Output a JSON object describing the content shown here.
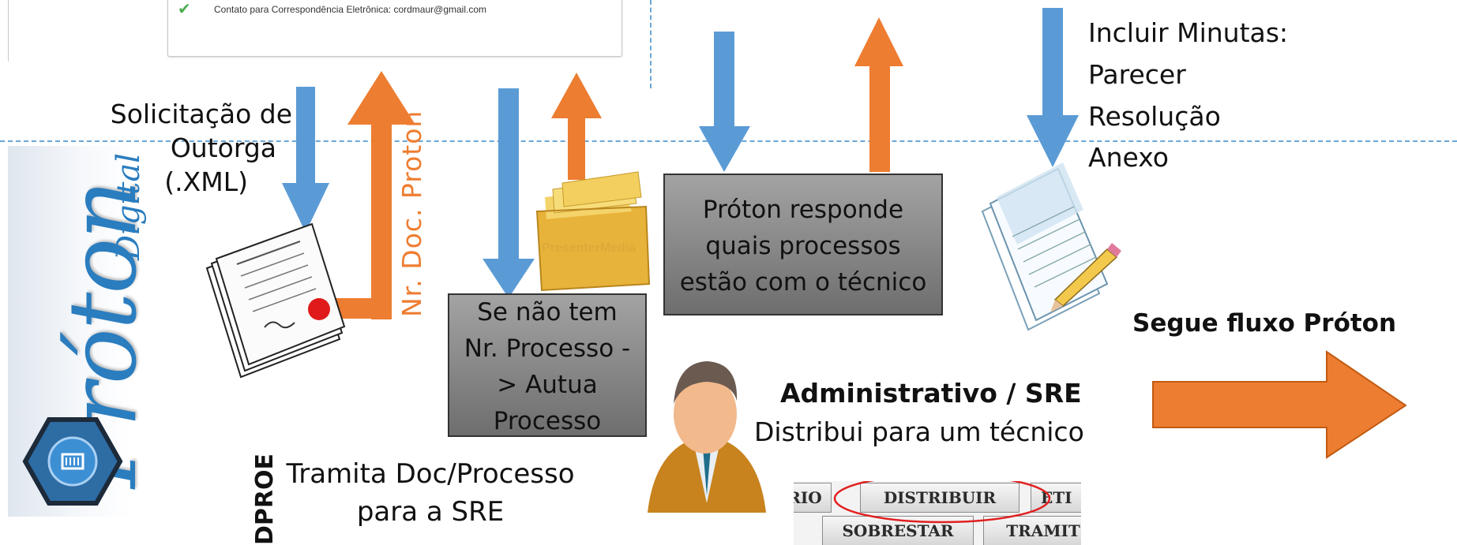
{
  "form_box": {
    "contact_text": "Contato para Correspondência Eletrônica: cordmaur@gmail.com"
  },
  "logo": {
    "name": "Próton",
    "subtitle": "Digital"
  },
  "labels": {
    "solicitacao": [
      "Solicitação de",
      "Outorga",
      "(.XML)"
    ],
    "nr_doc": "Nr. Doc. Proton",
    "se_nao_tem": [
      "Se não tem",
      "Nr. Processo -",
      "> Autua",
      "Processo"
    ],
    "proton_responde": [
      "Próton responde",
      "quais processos",
      "estão com o técnico"
    ],
    "incluir_minutas": [
      "Incluir Minutas:",
      "Parecer",
      "Resolução",
      "Anexo"
    ],
    "segue_fluxo": "Segue fluxo Próton",
    "administrativo_title": "Administrativo / SRE",
    "administrativo_sub": "Distribui para um técnico",
    "dproe": "DPROE",
    "tramita": [
      "Tramita Doc/Processo",
      "para a SRE"
    ]
  },
  "buttons": {
    "rio": "RIO",
    "distribuir": "DISTRIBUIR",
    "eti": "ETI",
    "sobrestar": "SOBRESTAR",
    "tramit": "TRAMIT"
  },
  "watermark": "PresenterMedia",
  "colors": {
    "blue_arrow": "#5b9bd5",
    "orange_arrow": "#ed7d31",
    "dashed_line": "#6aa7d8",
    "highlight_ellipse": "#e02020"
  }
}
